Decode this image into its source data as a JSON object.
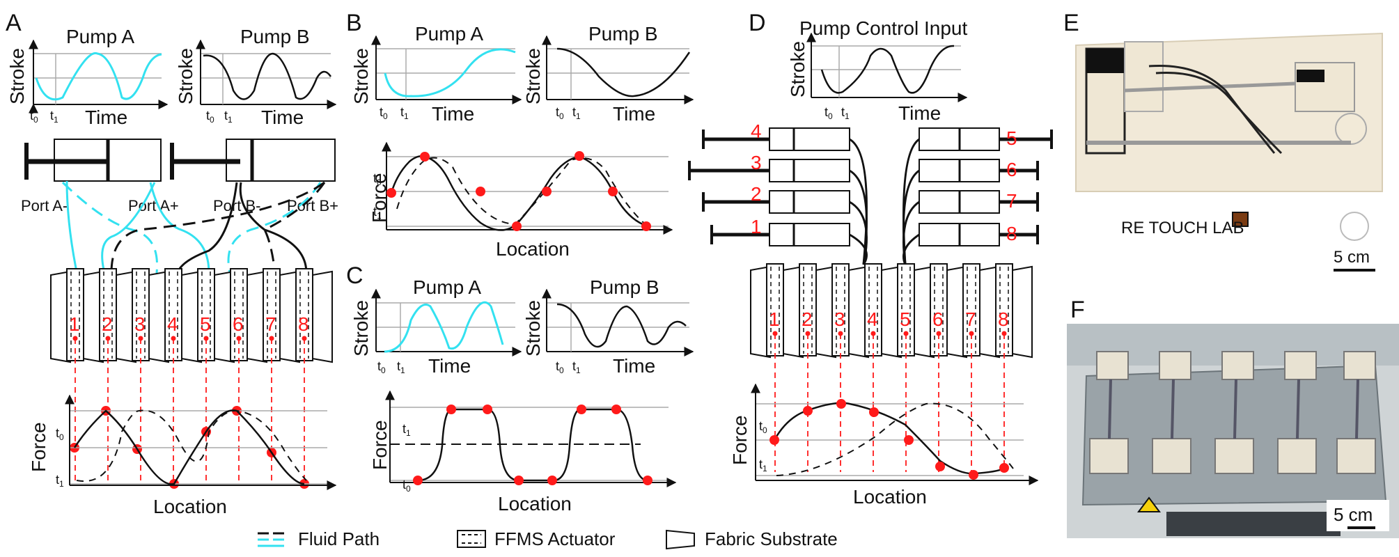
{
  "panels": [
    "A",
    "B",
    "C",
    "D",
    "E",
    "F"
  ],
  "colors": {
    "pump_a": "#33e1f0",
    "pump_b": "#111111",
    "marker": "#ff1a1a"
  },
  "A": {
    "pump_a_title": "Pump A",
    "pump_b_title": "Pump B",
    "stroke_label": "Stroke",
    "time_label": "Time",
    "t0": "t",
    "t0_sub": "0",
    "t1": "t",
    "t1_sub": "1",
    "ports": [
      "Port A-",
      "Port A+",
      "Port B-",
      "Port B+"
    ],
    "actuators": [
      "1",
      "2",
      "3",
      "4",
      "5",
      "6",
      "7",
      "8"
    ],
    "force_label": "Force",
    "location_label": "Location"
  },
  "B": {
    "pump_a_title": "Pump A",
    "pump_b_title": "Pump B",
    "stroke_label": "Stroke",
    "time_label": "Time",
    "force_label": "Force",
    "location_label": "Location"
  },
  "C": {
    "pump_a_title": "Pump A",
    "pump_b_title": "Pump B",
    "stroke_label": "Stroke",
    "time_label": "Time",
    "force_label": "Force",
    "location_label": "Location"
  },
  "D": {
    "title": "Pump Control Input",
    "stroke_label": "Stroke",
    "time_label": "Time",
    "left_pumps": [
      "4",
      "3",
      "2",
      "1"
    ],
    "right_pumps": [
      "5",
      "6",
      "7",
      "8"
    ],
    "actuators": [
      "1",
      "2",
      "3",
      "4",
      "5",
      "6",
      "7",
      "8"
    ],
    "force_label": "Force",
    "location_label": "Location"
  },
  "E": {
    "brand": "RE TOUCH LAB",
    "brand_bold": "TOUCH",
    "scale": "5 cm"
  },
  "F": {
    "scale": "5 cm"
  },
  "legend": {
    "fluid_path": "Fluid Path",
    "ffms": "FFMS Actuator",
    "fabric": "Fabric Substrate"
  }
}
